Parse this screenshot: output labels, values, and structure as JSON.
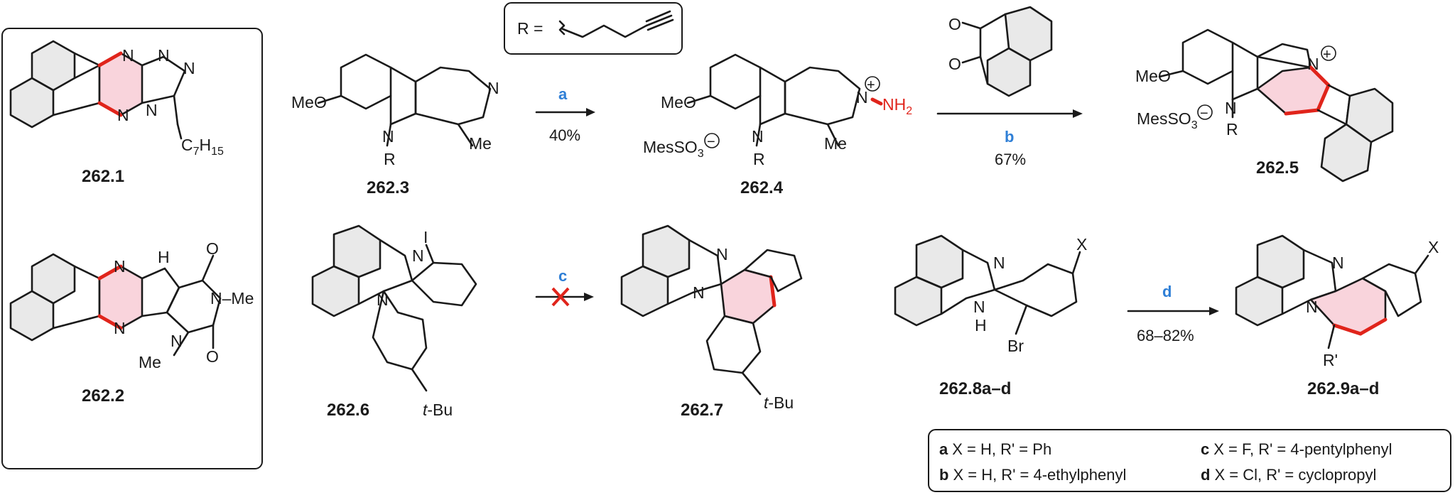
{
  "r_group": {
    "text": "R ="
  },
  "labels": {
    "c1": "262.1",
    "c2": "262.2",
    "c3": "262.3",
    "c4": "262.4",
    "c5": "262.5",
    "c6": "262.6",
    "c7": "262.7",
    "c8": "262.8a–d",
    "c9": "262.9a–d"
  },
  "steps": {
    "a": {
      "letter": "a",
      "yield": "40%"
    },
    "b": {
      "letter": "b",
      "yield": "67%"
    },
    "c": {
      "letter": "c"
    },
    "d": {
      "letter": "d",
      "yield": "68–82%"
    }
  },
  "atoms": {
    "N": "N",
    "H": "H",
    "O": "O",
    "I": "I",
    "Br": "Br",
    "X": "X",
    "MeO": "MeO",
    "Me": "Me",
    "R": "R",
    "Rp": "R'",
    "NH2_main": "NH",
    "two": "2",
    "C7H15_main": "C",
    "seven": "7",
    "fifteen": "15",
    "MesSO3_main": "MesSO",
    "three": "3",
    "tBu_t": "t",
    "tBu_rest": "-Bu",
    "NMe": "–Me",
    "plus": "+",
    "minus": "−"
  },
  "legend": {
    "a": {
      "key": "a",
      "text": "X = H, R' = Ph"
    },
    "b": {
      "key": "b",
      "text": "X = H, R' = 4-ethylphenyl"
    },
    "c": {
      "key": "c",
      "text": "X = F, R' = 4-pentylphenyl"
    },
    "d": {
      "key": "d",
      "text": "X = Cl, R' = cyclopropyl"
    }
  },
  "colors": {
    "highlight_bond": "#e0241b",
    "highlight_ring": "#f9d4dc",
    "aromatic_fill": "#e9e9e9",
    "step_letter": "#2f7fd6"
  }
}
